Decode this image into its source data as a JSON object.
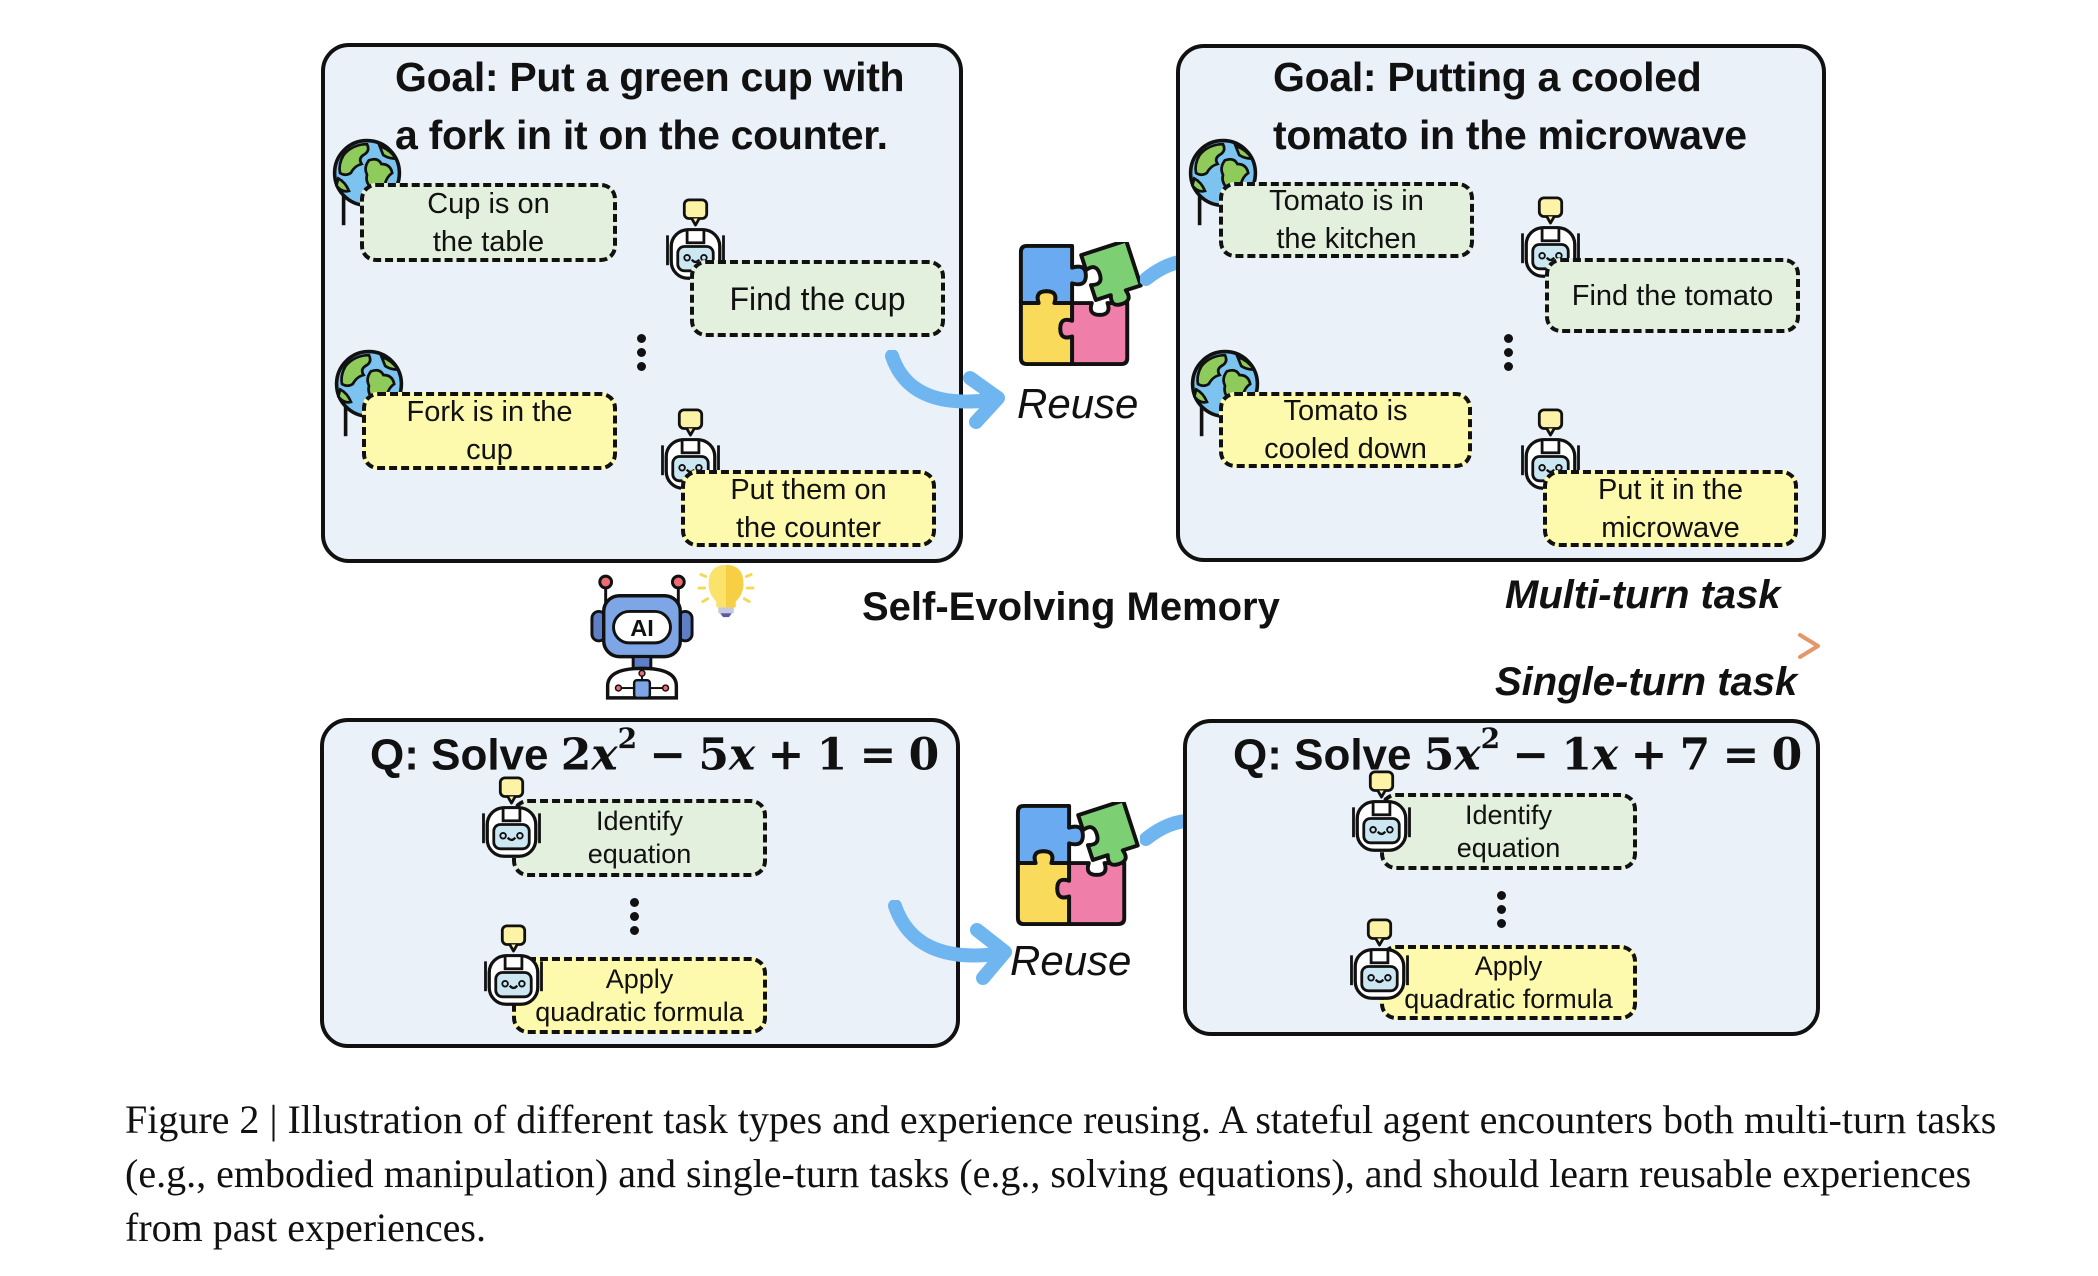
{
  "figure": {
    "multi_turn": {
      "label": "Multi-turn task",
      "source_panel": {
        "goal_line1": "Goal: Put a green cup with",
        "goal_line2": "a fork in it on the counter.",
        "steps": [
          {
            "actor": "environment",
            "text": "Cup is on the table",
            "color": "green"
          },
          {
            "actor": "agent",
            "text": "Find the cup",
            "color": "green"
          },
          {
            "actor": "environment",
            "text": "Fork is in the cup",
            "color": "yellow"
          },
          {
            "actor": "agent",
            "text": "Put them on the counter",
            "color": "yellow"
          }
        ]
      },
      "target_panel": {
        "goal_line1": "Goal: Putting a cooled",
        "goal_line2": "tomato in the microwave",
        "steps": [
          {
            "actor": "environment",
            "text": "Tomato is in the kitchen",
            "color": "green"
          },
          {
            "actor": "agent",
            "text": "Find the tomato",
            "color": "green"
          },
          {
            "actor": "environment",
            "text": "Tomato is cooled down",
            "color": "yellow"
          },
          {
            "actor": "agent",
            "text": "Put it in the microwave",
            "color": "yellow"
          }
        ]
      },
      "reuse_label": "Reuse"
    },
    "memory_axis": {
      "label": "Self-Evolving Memory",
      "icon": "ai-robot-icon",
      "secondary_icon": "lightbulb-icon",
      "gradient_start": "#a9d6ea",
      "gradient_end": "#e3976b"
    },
    "single_turn": {
      "label": "Single-turn task",
      "source_panel": {
        "question_prefix": "Q: Solve",
        "equation": {
          "a": "2",
          "var": "x",
          "exp": "2",
          "op1": "−",
          "b": "5",
          "op2": "+",
          "c": "1",
          "eq": "=",
          "rhs": "0"
        },
        "steps": [
          {
            "actor": "agent",
            "text_line1": "Identify",
            "text_line2": "equation",
            "color": "green"
          },
          {
            "actor": "agent",
            "text_line1": "Apply",
            "text_line2": "quadratic formula",
            "color": "yellow"
          }
        ]
      },
      "target_panel": {
        "question_prefix": "Q: Solve",
        "equation": {
          "a": "5",
          "var": "x",
          "exp": "2",
          "op1": "−",
          "b": "1",
          "op2": "+",
          "c": "7",
          "eq": "=",
          "rhs": "0"
        },
        "steps": [
          {
            "actor": "agent",
            "text_line1": "Identify",
            "text_line2": "equation",
            "color": "green"
          },
          {
            "actor": "agent",
            "text_line1": "Apply",
            "text_line2": "quadratic formula",
            "color": "yellow"
          }
        ]
      },
      "reuse_label": "Reuse"
    },
    "colors": {
      "panel_bg": "#eaf1f9",
      "box_green": "#e2f0dd",
      "box_yellow": "#fdf9ad",
      "arrow_blue": "#6fb6f1"
    }
  },
  "caption": {
    "label": "Figure 2",
    "separator": "|",
    "text": "Illustration of different task types and experience reusing. A stateful agent encounters both multi-turn tasks (e.g., embodied manipulation) and single-turn tasks (e.g., solving equations), and should learn reusable experiences from past experiences."
  }
}
